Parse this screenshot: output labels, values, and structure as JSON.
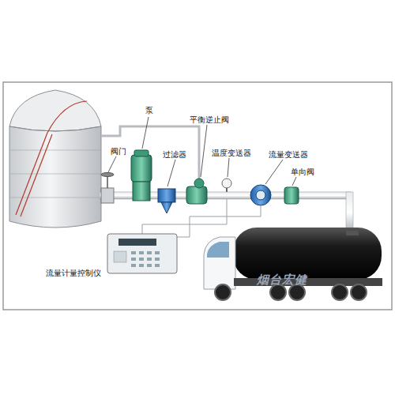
{
  "diagram": {
    "labels": [
      "泵",
      "阀门",
      "平衡逆止阀",
      "过滤器",
      "温度变送器",
      "流量变送器",
      "单向阀",
      "流量计量控制仪",
      "烟台宏健"
    ]
  }
}
